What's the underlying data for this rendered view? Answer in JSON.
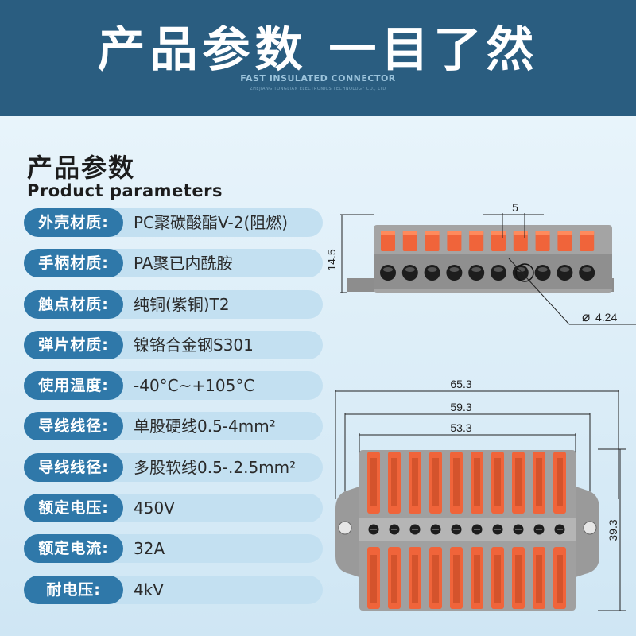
{
  "banner": {
    "title": "产品参数 一目了然",
    "subtitle": "FAST INSULATED CONNECTOR",
    "company": "ZHEJIANG TONGLIAN ELECTRONICS TECHNOLOGY CO., LTD"
  },
  "section": {
    "title": "产品参数",
    "subtitle": "Product parameters"
  },
  "params": [
    {
      "label": "外壳材质:",
      "value": "PC聚碳酸酯V-2(阻燃)"
    },
    {
      "label": "手柄材质:",
      "value": "PA聚已内酰胺"
    },
    {
      "label": "触点材质:",
      "value": "纯铜(紫铜)T2"
    },
    {
      "label": "弹片材质:",
      "value": "镍铬合金钢S301"
    },
    {
      "label": "使用温度:",
      "value": "-40°C~+105°C"
    },
    {
      "label": "导线线径:",
      "value": "单股硬线0.5-4mm²"
    },
    {
      "label": "导线线径:",
      "value": "多股软线0.5-.2.5mm²"
    },
    {
      "label": "额定电压:",
      "value": "450V"
    },
    {
      "label": "额定电流:",
      "value": "32A"
    },
    {
      "label": "耐电压:",
      "value": "4kV"
    }
  ],
  "dimensions": {
    "pitch": "5",
    "height": "14.5",
    "hole": "4.24",
    "hole_symbol": "⌀",
    "overall_length": "65.3",
    "mount_spacing": "59.3",
    "body_length": "53.3",
    "width": "39.3"
  },
  "colors": {
    "banner": "#2a5d80",
    "pill": "#2f78a9",
    "bar": "#c3e0f1",
    "lever": "#f0643a",
    "housing": "#9a9a9a"
  }
}
